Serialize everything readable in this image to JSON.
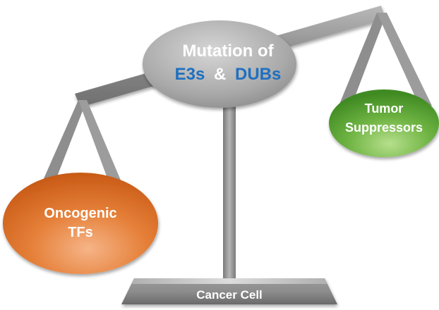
{
  "center": {
    "line1": "Mutation of",
    "line2_part1": "E3s",
    "line2_amp": "&",
    "line2_part2": "DUBs"
  },
  "left_pan": {
    "line1": "Oncogenic",
    "line2": "TFs"
  },
  "right_pan": {
    "line1": "Tumor",
    "line2": "Suppressors"
  },
  "base": {
    "label": "Cancer Cell"
  },
  "colors": {
    "blue_text": "#1e6fc0",
    "white_text": "#ffffff",
    "gray_structure": "#8c8c8c",
    "orange": "#e2782f",
    "green": "#5ea83a",
    "center_gray": "#a8a8a8"
  }
}
